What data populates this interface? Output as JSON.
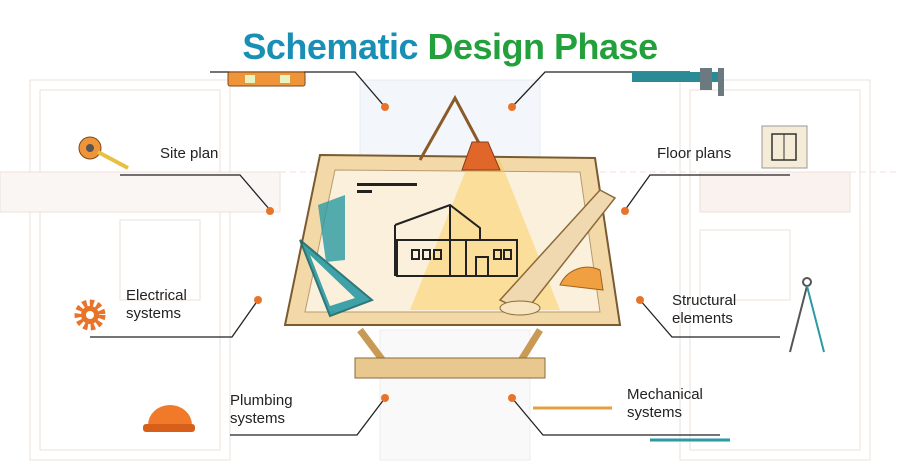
{
  "title": {
    "part1": "Schematic",
    "part2": "Design Phase"
  },
  "colors": {
    "title_blue": "#1a8fb5",
    "title_green": "#22a03b",
    "dot": "#e8742a",
    "table": "#f5dcae",
    "teal": "#2a9aa3"
  },
  "labels": {
    "site_plan": "Site plan",
    "floor_plans": "Floor plans",
    "electrical_1": "Electrical",
    "electrical_2": "systems",
    "structural_1": "Structural",
    "structural_2": "elements",
    "plumbing_1": "Plumbing",
    "plumbing_2": "systems",
    "mechanical_1": "Mechanical",
    "mechanical_2": "systems"
  },
  "icons": [
    "spirit-level-icon",
    "caliper-icon",
    "tape-measure-icon",
    "floor-plan-icon",
    "gear-icon",
    "compass-icon",
    "hard-hat-icon",
    "pencil-icon",
    "drafting-table-icon"
  ]
}
